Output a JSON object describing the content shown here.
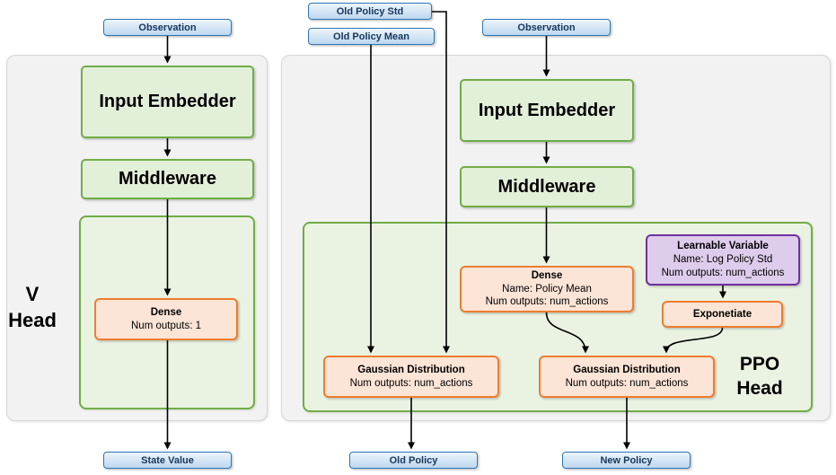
{
  "v_head": {
    "observation": "Observation",
    "input_embedder": "Input Embedder",
    "middleware": "Middleware",
    "dense": {
      "title": "Dense",
      "line2": "Num outputs: 1"
    },
    "label1": "V",
    "label2": "Head",
    "state_value": "State Value"
  },
  "ppo_head": {
    "old_policy_std": "Old Policy Std",
    "old_policy_mean": "Old Policy Mean",
    "observation": "Observation",
    "input_embedder": "Input Embedder",
    "middleware": "Middleware",
    "dense": {
      "title": "Dense",
      "line2": "Name: Policy Mean",
      "line3": "Num outputs: num_actions"
    },
    "learnable": {
      "title": "Learnable Variable",
      "line2": "Name: Log Policy Std",
      "line3": "Num outputs: num_actions"
    },
    "exponetiate": "Exponetiate",
    "gaussian_old": {
      "title": "Gaussian Distribution",
      "line2": "Num outputs: num_actions"
    },
    "gaussian_new": {
      "title": "Gaussian Distribution",
      "line2": "Num outputs: num_actions"
    },
    "label1": "PPO",
    "label2": "Head",
    "old_policy": "Old Policy",
    "new_policy": "New Policy"
  },
  "colors": {
    "blue_border": "#2e75b6",
    "blue_fill": "#bdd7ee",
    "green_border": "#70ad47",
    "green_fill": "#e2efd9",
    "green_panel_fill": "#eaf3e1",
    "orange_border": "#ed7d31",
    "orange_fill": "#fce4d6",
    "purple_border": "#7030a0",
    "purple_fill": "#ddccec",
    "panel_fill": "#f2f2f2",
    "arrow": "#000000"
  }
}
